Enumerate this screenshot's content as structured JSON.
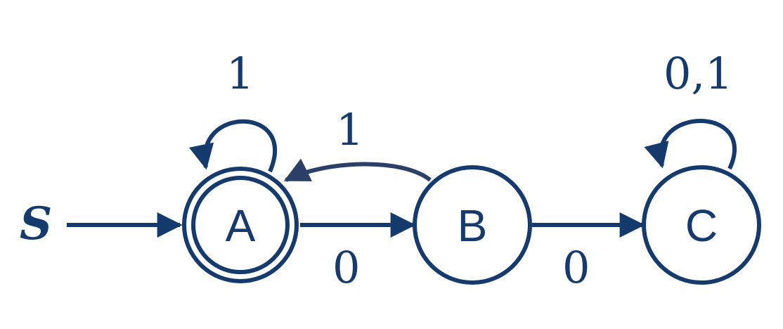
{
  "colors": {
    "stroke": "#143a6e",
    "back_edge": "#2b3f68",
    "background": "#ffffff"
  },
  "start_label": "S",
  "states": [
    {
      "id": "A",
      "label": "A",
      "accepting": true
    },
    {
      "id": "B",
      "label": "B",
      "accepting": false
    },
    {
      "id": "C",
      "label": "C",
      "accepting": false
    }
  ],
  "transitions": [
    {
      "from": "A",
      "to": "A",
      "label": "1"
    },
    {
      "from": "A",
      "to": "B",
      "label": "0"
    },
    {
      "from": "B",
      "to": "A",
      "label": "1"
    },
    {
      "from": "B",
      "to": "C",
      "label": "0"
    },
    {
      "from": "C",
      "to": "C",
      "label": "0,1"
    }
  ]
}
